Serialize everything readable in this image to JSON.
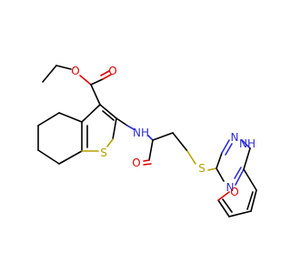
{
  "molecule": {
    "atoms": {
      "ester_O_carbonyl": "O",
      "ester_O_ether": "O",
      "amide_N": "NH",
      "thiophene_S": "S",
      "amide_O": "O",
      "thioether_S": "S",
      "triazole_N1": "N",
      "triazole_NH": "NH",
      "triazole_N4": "N",
      "furan_O": "O"
    },
    "colors": {
      "carbon": "#000000",
      "oxygen": "#e00000",
      "nitrogen": "#2f2fd6",
      "sulfur": "#b8a000"
    }
  }
}
